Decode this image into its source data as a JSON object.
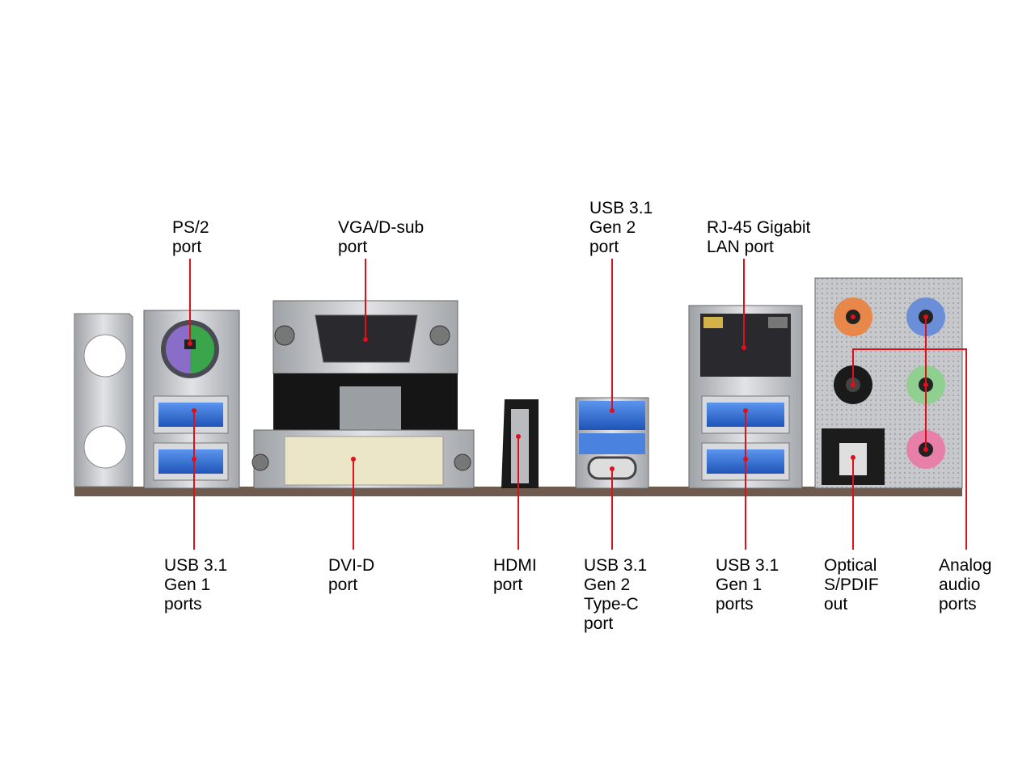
{
  "labels": {
    "ps2": [
      "PS/2",
      "port"
    ],
    "vga": [
      "VGA/D-sub",
      "port"
    ],
    "usb_gen2": [
      "USB 3.1",
      "Gen 2",
      "port"
    ],
    "rj45": [
      "RJ-45 Gigabit",
      "LAN port"
    ],
    "usb_gen1_left": [
      "USB 3.1",
      "Gen 1",
      "ports"
    ],
    "dvi": [
      "DVI-D",
      "port"
    ],
    "hdmi": [
      "HDMI",
      "port"
    ],
    "usb_typec": [
      "USB 3.1",
      "Gen 2",
      "Type-C",
      "port"
    ],
    "usb_gen1_right": [
      "USB 3.1",
      "Gen 1",
      "ports"
    ],
    "spdif": [
      "Optical",
      "S/PDIF",
      "out"
    ],
    "audio": [
      "Analog",
      "audio",
      "ports"
    ]
  },
  "colors": {
    "callout": "#e0101a",
    "usb_blue": "#2f6fd6",
    "metal": "#c9cbcf",
    "ps2_purple": "#8a6cc9",
    "ps2_green": "#3aa54a",
    "audio_orange": "#e8874a",
    "audio_blue": "#6a8fd8",
    "audio_black": "#1a1a1a",
    "audio_green": "#8fcf8f",
    "audio_pink": "#e77fa8"
  }
}
